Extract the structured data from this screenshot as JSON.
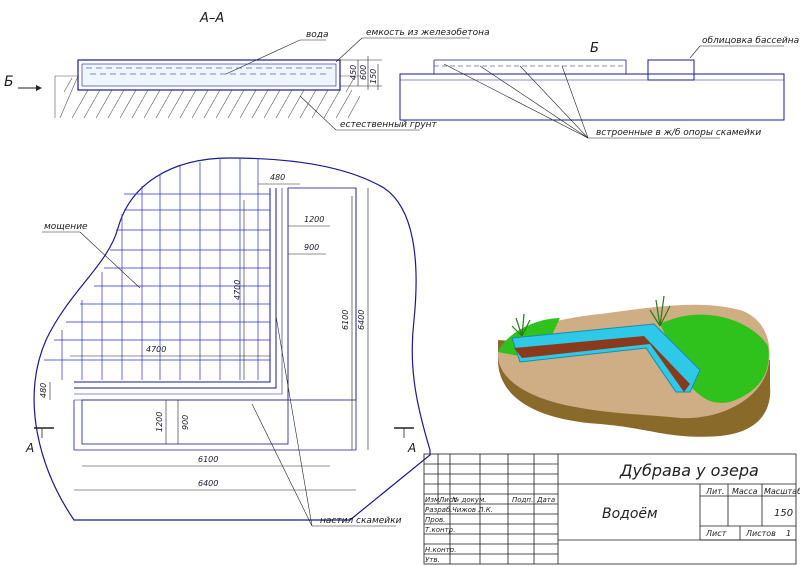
{
  "section_title": "А–А",
  "section_labels": {
    "left_arrow": "Б",
    "right_view": "Б",
    "cut_left": "А",
    "cut_right": "А"
  },
  "notes": {
    "water": "вода",
    "tank": "емкость из железобетона",
    "soil": "естественный грунт",
    "pool_facing": "облицовка бассейна",
    "bench_supports": "встроенные в ж/б опоры скамейки",
    "paving": "мощение",
    "bench_deck": "настил скамейки"
  },
  "section_dims": {
    "d450": "450",
    "d600": "600",
    "d150": "150"
  },
  "plan_dims": {
    "d480_top": "480",
    "d1200_top": "1200",
    "d900_top": "900",
    "d4700_v": "4700",
    "d6100_v": "6100",
    "d6400_v": "6400",
    "d4700_h": "4700",
    "d480_left": "480",
    "d1200_left": "1200",
    "d900_left": "900",
    "d6100_h": "6100",
    "d6400_h": "6400"
  },
  "title_block": {
    "project": "Дубрава у озера",
    "sheet_name": "Водоём",
    "col_izm": "Изм",
    "col_list": "Лист",
    "col_doc": "№ докум.",
    "col_sign": "Подп.",
    "col_date": "Дата",
    "razrab": "Разраб.",
    "author": "Чижов Л.К.",
    "prov": "Пров.",
    "tkontr": "Т.контр.",
    "nkontr": "Н.контр.",
    "utv": "Утв.",
    "lit": "Лит.",
    "massa": "Масса",
    "masshtab": "Масштаб",
    "scale_value": "150",
    "list": "Лист",
    "listov": "Листов",
    "listov_value": "1"
  },
  "colors": {
    "line": "#1a1a8c",
    "grid": "#2b2bd6",
    "water": "#2ec8e8",
    "grass": "#2fc21c",
    "wood": "#8a3a1a",
    "soil": "#8a6a2a",
    "paving": "#caa882"
  }
}
